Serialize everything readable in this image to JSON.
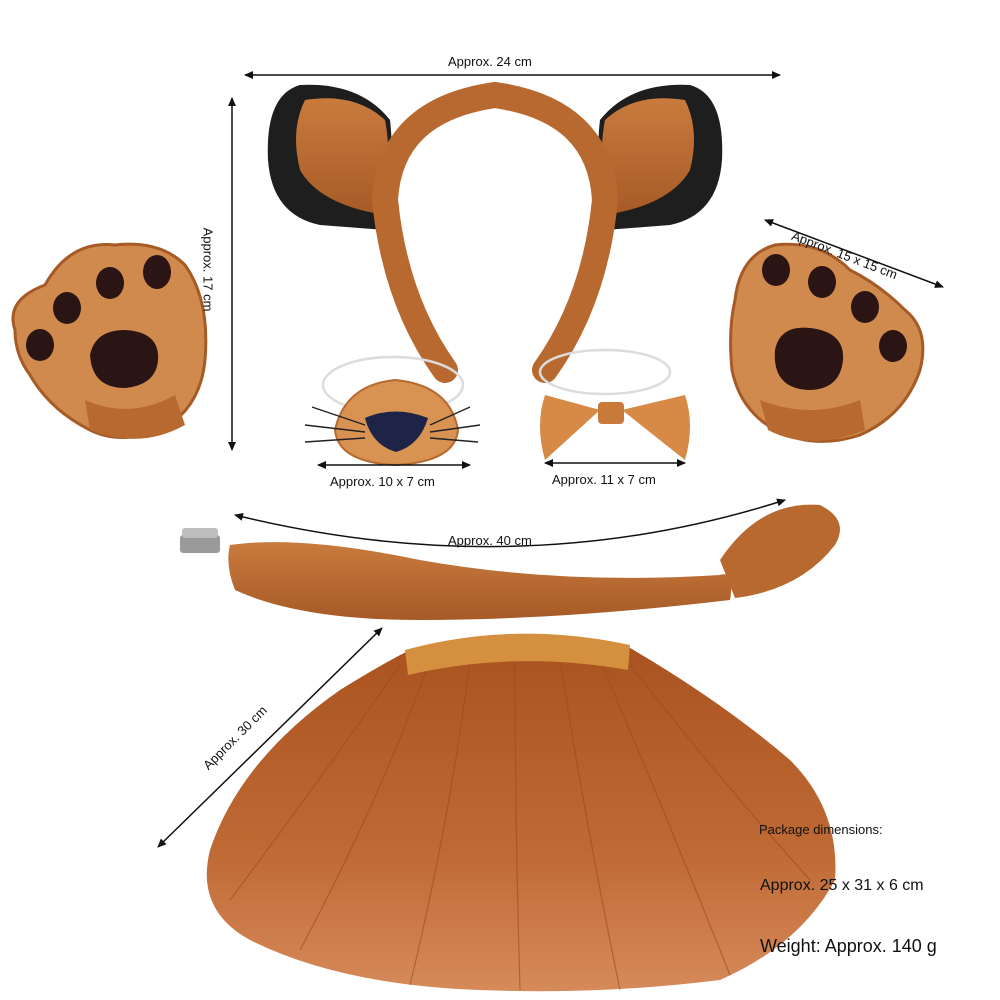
{
  "labels": {
    "headband_width": "Approx. 24 cm",
    "headband_height": "Approx. 17 cm",
    "gloves": "Approx. 15 x 15 cm",
    "nose": "Approx. 10 x 7 cm",
    "bowtie": "Approx. 11 x 7 cm",
    "tail": "Approx. 40 cm",
    "skirt": "Approx. 30 cm",
    "package_title": "Package dimensions:",
    "package_size": "Approx. 25 x 31 x 6 cm",
    "weight": "Weight: Approx. 140 g"
  },
  "colors": {
    "fur": "#b8692f",
    "fur_light": "#d08a4e",
    "ear_inner": "#1e1e1e",
    "paw_pad": "#2b1414",
    "nose_pad": "#1d2448",
    "tulle": "#b75f2b",
    "satin": "#d4903f"
  }
}
